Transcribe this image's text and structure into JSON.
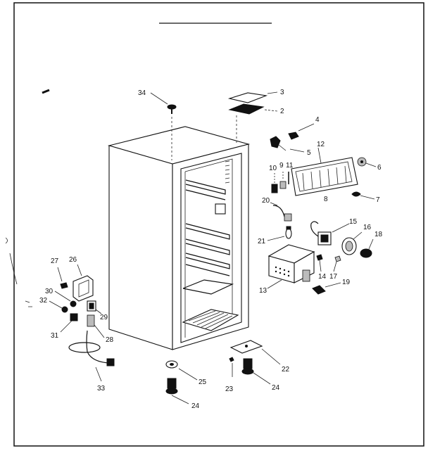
{
  "diagram": {
    "type": "exploded-parts-diagram",
    "callouts": {
      "c1": "2",
      "c2": "3",
      "c3": "4",
      "c4": "5",
      "c5": "6",
      "c6": "7",
      "c7": "8",
      "c8": "9",
      "c9": "10",
      "c10": "11",
      "c11": "12",
      "c12": "13",
      "c13": "14",
      "c14": "15",
      "c15": "16",
      "c16": "17",
      "c17": "18",
      "c18": "19",
      "c19": "20",
      "c20": "21",
      "c21": "22",
      "c22": "23",
      "c23": "24",
      "c24": "24",
      "c25": "25",
      "c26": "26",
      "c27": "27",
      "c28": "28",
      "c29": "29",
      "c30": "30",
      "c31": "31",
      "c32": "32",
      "c33": "33",
      "c34": "34"
    }
  }
}
